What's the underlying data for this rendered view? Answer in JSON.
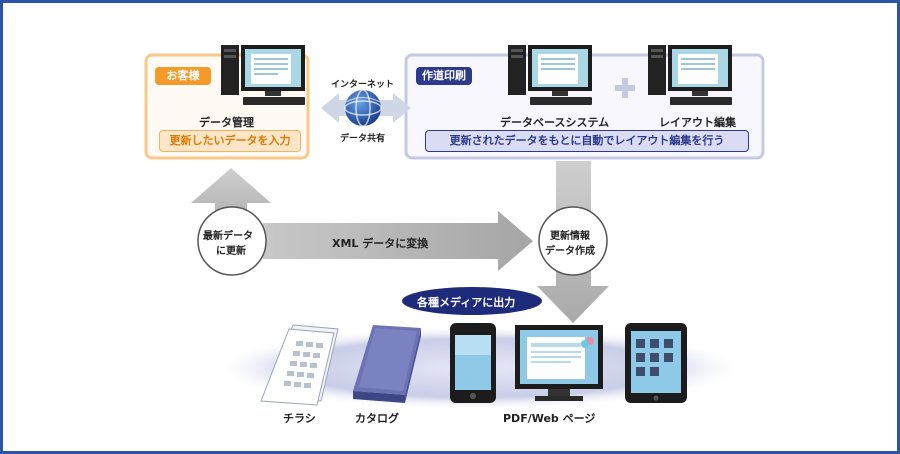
{
  "customer": {
    "tag": "お客様",
    "pc_label": "データ管理",
    "action": "更新したいデータを入力"
  },
  "network": {
    "label_top": "インターネット",
    "label_bottom": "データ共有"
  },
  "printing": {
    "tag": "作道印刷",
    "system1": "データベースシステム",
    "plus": "+",
    "system2": "レイアウト編集",
    "action": "更新されたデータをもとに自動でレイアウト編集を行う"
  },
  "flow": {
    "update_circle_line1": "最新データ",
    "update_circle_line2": "に更新",
    "xml_arrow": "XML データに変換",
    "info_circle_line1": "更新情報",
    "info_circle_line2": "データ作成",
    "output_badge": "各種メディアに出力"
  },
  "media": {
    "flyer": "チラシ",
    "catalog": "カタログ",
    "web": "PDF/Web ページ"
  },
  "colors": {
    "frame": "#2b56a8",
    "customer_accent": "#f39a2b",
    "printing_accent": "#2d3a8c",
    "arrow_gray": "#b8b8b8",
    "ellipse": "#c9cde8"
  }
}
